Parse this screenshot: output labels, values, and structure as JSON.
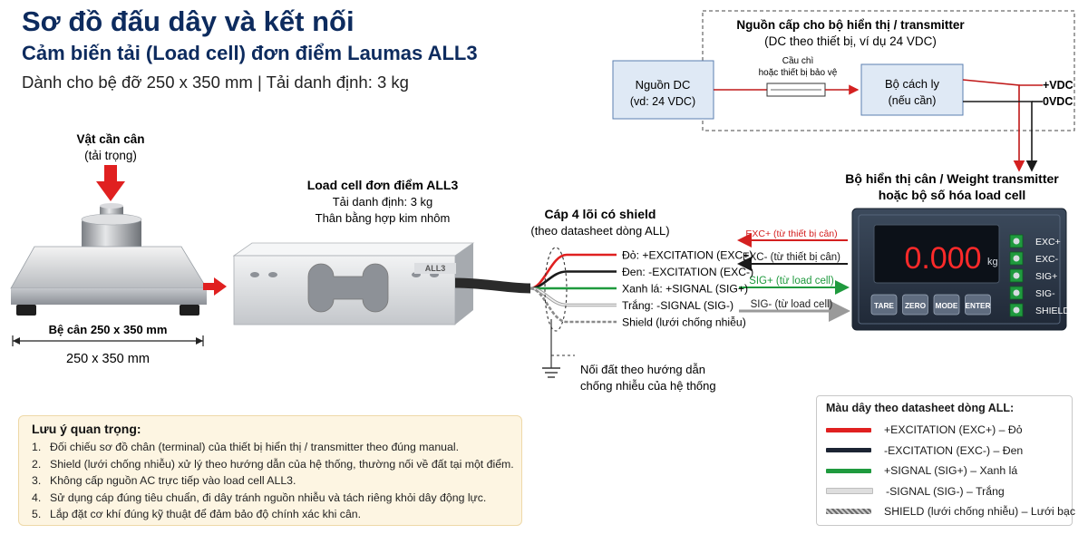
{
  "header": {
    "title": "Sơ đồ đấu dây và kết nối",
    "subtitle": "Cảm biến tải (Load cell) đơn điểm Laumas ALL3",
    "subtitle2": "Dành cho bệ đỡ 250 x 350 mm   |   Tải danh định: 3 kg"
  },
  "platform": {
    "load_label": "Vật cần cân",
    "load_sublabel": "(tải trọng)",
    "platform_label": "Bệ cân 250 x 350 mm",
    "dimension_label": "250 x 350 mm"
  },
  "loadcell": {
    "title": "Load cell đơn điểm ALL3",
    "capacity": "Tải danh định: 3 kg",
    "material": "Thân bằng hợp kim nhôm"
  },
  "cable": {
    "title": "Cáp 4 lõi có shield",
    "subtitle": "(theo datasheet dòng ALL)",
    "wires": [
      {
        "label": "Đỏ:  +EXCITATION (EXC+)",
        "color": "#e02020"
      },
      {
        "label": "Đen:  -EXCITATION (EXC-)",
        "color": "#1a1a1a"
      },
      {
        "label": "Xanh lá:  +SIGNAL (SIG+)",
        "color": "#1f9a3e"
      },
      {
        "label": "Trắng:  -SIGNAL (SIG-)",
        "color": "#cfcfcf"
      },
      {
        "label": "Shield (lưới chống nhiễu)",
        "color": "#8a8a8a"
      }
    ],
    "ground_note_1": "Nối đất theo hướng dẫn",
    "ground_note_2": "chống nhiễu của hệ thống"
  },
  "signals": [
    {
      "label": "EXC+ (từ thiết bị cân)",
      "color": "#d42020"
    },
    {
      "label": "EXC- (từ thiết bị cân)",
      "color": "#1a1a1a"
    },
    {
      "label": "SIG+ (từ load cell)",
      "color": "#1f9a3e"
    },
    {
      "label": "SIG- (từ load cell)",
      "color": "#222222"
    }
  ],
  "power": {
    "box_title": "Nguồn cấp cho bộ hiển thị / transmitter",
    "box_subtitle": "(DC theo thiết bị, ví dụ 24 VDC)",
    "dc_label": "Nguồn DC",
    "dc_sub": "(vd: 24 VDC)",
    "fuse_label_1": "Cầu chì",
    "fuse_label_2": "hoặc thiết bị bảo vệ",
    "isolator_label": "Bộ cách ly",
    "isolator_sub": "(nếu cần)",
    "vdc_plus": "+VDC",
    "vdc_zero": "0VDC"
  },
  "transmitter": {
    "title_1": "Bộ hiển thị cân / Weight transmitter",
    "title_2": "hoặc bộ số hóa load cell",
    "display_value": "0.000",
    "unit": "kg",
    "buttons": [
      "TARE",
      "ZERO",
      "MODE",
      "ENTER"
    ],
    "terminals": [
      "EXC+",
      "EXC-",
      "SIG+",
      "SIG-",
      "SHIELD"
    ]
  },
  "notes": {
    "title": "Lưu ý quan trọng:",
    "items": [
      "Đối chiếu sơ đồ chân (terminal) của thiết bị hiển thị / transmitter theo đúng manual.",
      "Shield (lưới chống nhiễu) xử lý theo hướng dẫn của hệ thống, thường nối về đất tại một điểm.",
      "Không cấp nguồn AC trực tiếp vào load cell ALL3.",
      "Sử dụng cáp đúng tiêu chuẩn, đi dây tránh nguồn nhiễu và tách riêng khỏi dây động lực.",
      "Lắp đặt cơ khí đúng kỹ thuật để đảm bảo độ chính xác khi cân."
    ]
  },
  "legend": {
    "title": "Màu dây theo datasheet dòng ALL:",
    "items": [
      {
        "label": "+EXCITATION (EXC+)  –  Đỏ",
        "color": "#e02020"
      },
      {
        "label": "-EXCITATION (EXC-)  –  Đen",
        "color": "#1c2433"
      },
      {
        "label": "+SIGNAL (SIG+)   –  Xanh lá",
        "color": "#1f9a3e"
      },
      {
        "label": "-SIGNAL (SIG-)    –  Trắng",
        "color": "#dedede"
      },
      {
        "label": "SHIELD (lưới chống nhiễu)  –  Lưới bạc",
        "color": "#9a9a9a"
      }
    ]
  }
}
